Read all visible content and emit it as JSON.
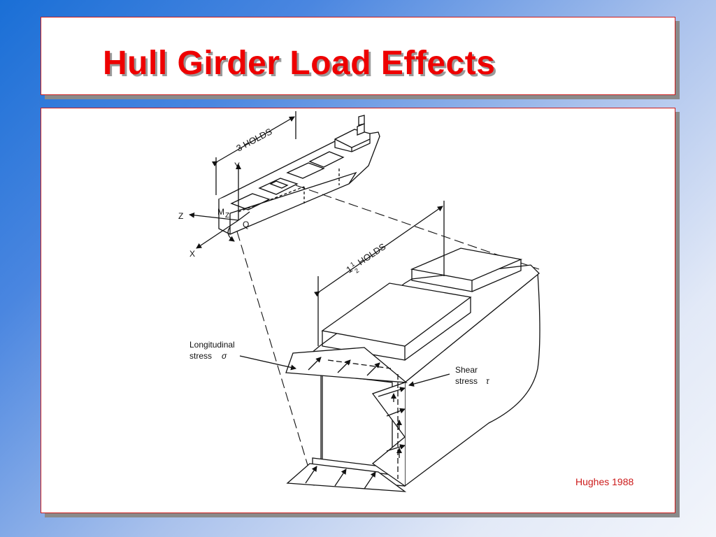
{
  "title": "Hull Girder Load Effects",
  "credit": "Hughes 1988",
  "figure": {
    "labels": {
      "holds_top": "3 HOLDS",
      "holds_mid_prefix": "1",
      "holds_mid_frac_num": "1",
      "holds_mid_frac_den": "2",
      "holds_mid_suffix": "HOLDS",
      "axis_y": "Y",
      "axis_z": "Z",
      "axis_x": "X",
      "moment": "M",
      "moment_sub": "Z",
      "shear_q": "Q",
      "long_stress_line1": "Longitudinal",
      "long_stress_line2": "stress",
      "long_stress_symbol": "σ",
      "shear_stress_line1": "Shear",
      "shear_stress_line2": "stress",
      "shear_stress_symbol": "τ"
    }
  }
}
